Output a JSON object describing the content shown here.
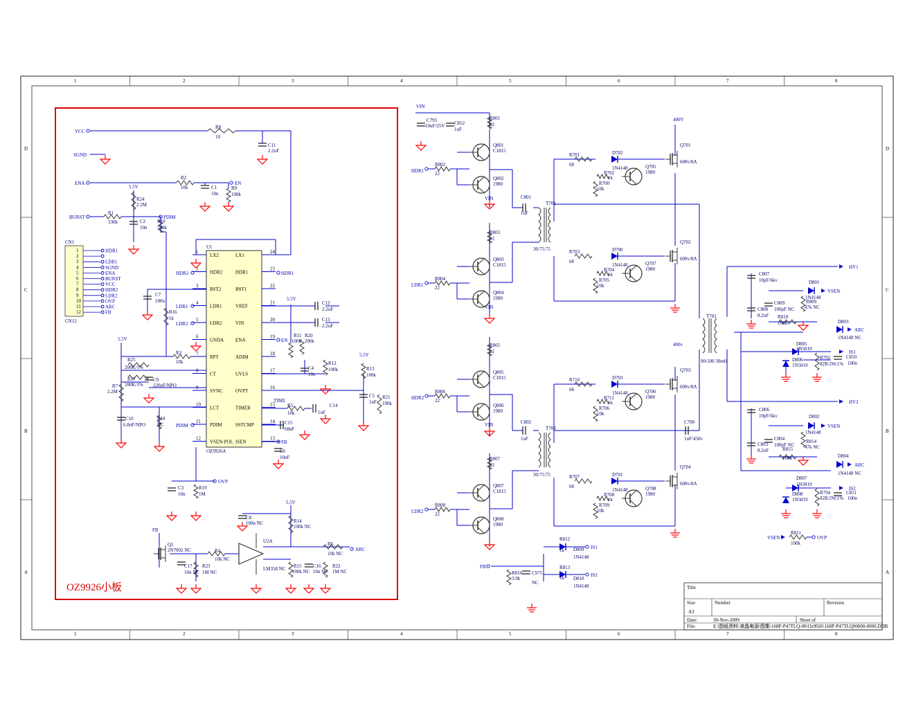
{
  "zone_numbers": [
    "1",
    "2",
    "3",
    "4",
    "5",
    "6",
    "7",
    "8"
  ],
  "zone_letters": [
    "D",
    "C",
    "B",
    "A"
  ],
  "subboard_label": "OZ9926小板",
  "colors": {
    "wire": "#0000cc",
    "ground": "#ff0000",
    "box": "#dd0000",
    "ic_fill": "#ffffcc",
    "diode": "#0000cc"
  },
  "ic": {
    "ref": "U1",
    "part": "OZ9926A",
    "left_pins": [
      {
        "num": "1",
        "name": "LX2"
      },
      {
        "num": "2",
        "name": "HDR2"
      },
      {
        "num": "3",
        "name": "BST2"
      },
      {
        "num": "4",
        "name": "LDR1"
      },
      {
        "num": "5",
        "name": "LDR2"
      },
      {
        "num": "6",
        "name": "GNDA"
      },
      {
        "num": "7",
        "name": "RPT"
      },
      {
        "num": "8",
        "name": "CT"
      },
      {
        "num": "9",
        "name": "SYNC"
      },
      {
        "num": "10",
        "name": "LCT"
      },
      {
        "num": "11",
        "name": "PDIM"
      },
      {
        "num": "12",
        "name": "VSEN-POL"
      }
    ],
    "right_pins": [
      {
        "num": "24",
        "name": "LX1"
      },
      {
        "num": "23",
        "name": "HDR1"
      },
      {
        "num": "22",
        "name": "BST1"
      },
      {
        "num": "21",
        "name": "VREF"
      },
      {
        "num": "20",
        "name": "VIN"
      },
      {
        "num": "19",
        "name": "ENA"
      },
      {
        "num": "18",
        "name": "ADIM"
      },
      {
        "num": "17",
        "name": "UVLS"
      },
      {
        "num": "16",
        "name": "OVPT"
      },
      {
        "num": "15",
        "name": "TIMER"
      },
      {
        "num": "14",
        "name": "SSTCMP"
      },
      {
        "num": "13",
        "name": "ISEN"
      }
    ]
  },
  "connector": {
    "ref": "CN1",
    "part": "CN12",
    "pins": [
      "1",
      "2",
      "3",
      "4",
      "5",
      "6",
      "7",
      "8",
      "9",
      "10",
      "11",
      "12"
    ],
    "signals": [
      "HDR1",
      "",
      "LDR1",
      "SGND",
      "ENA",
      "BURST",
      "VCC",
      "HDR2",
      "LDR2",
      "OVP",
      "ARC",
      "FB"
    ]
  },
  "left_nets": {
    "vcc": "VCC",
    "sgnd": "SGND",
    "ena": "ENA",
    "burst": "BURST",
    "en": "EN",
    "pdim": "PDIM",
    "v55": "5.5V",
    "hdr2": "HDR2",
    "ldr1": "LDR1",
    "ldr2": "LDR2",
    "hdr1": "HDR1",
    "en2": "EN",
    "fb": "FB",
    "ovp": "OVP",
    "time": "TIME",
    "arc": "ARC",
    "pdim2": "PDIM",
    "v55b": "5.5V",
    "v55c": "5.5V",
    "v55d": "5.5V",
    "fbq": "FB"
  },
  "left_parts": {
    "r8": "R8",
    "r8v": "10",
    "c11": "C11",
    "c11v": "2.2uF",
    "r2": "R2",
    "r2v": "10k",
    "c1": "C1",
    "c1v": "10n",
    "r9": "R9",
    "r9v": "100k",
    "r24": "R24",
    "r24v": "2.2M",
    "r1": "R1",
    "r1v": "330k",
    "c2": "C2",
    "c2v": "10n",
    "r10": "R10",
    "r10v": "330k",
    "c7": "C7",
    "c7v": "100n",
    "r16": "R16",
    "r16v": "1k",
    "r3": "R3",
    "r3v": "10k",
    "r25": "R25",
    "r25v": "200K/1%",
    "r17": "R17",
    "r17v": "180K/1%",
    "c9": "C9",
    "c9v": "220pF/NPO",
    "r7": "R7",
    "r7v": "2.2M",
    "c10": "C10",
    "c10v": "6.8nF/NPO",
    "r18": "R18",
    "r18v": "NC",
    "c12": "C12",
    "c12v": "2.2uF",
    "c13": "C13",
    "c13v": "2.2uF",
    "r11": "R11",
    "r11v": "100k",
    "r20": "R20",
    "r20v": "200k",
    "c4": "C4",
    "c4v": "10n",
    "r12": "R12",
    "r12v": "100k",
    "r13": "R13",
    "r13v": "100k",
    "c5": "C5",
    "c5v": "1nF",
    "r21": "R21",
    "r21v": "100k",
    "r5": "R5",
    "r5v": "10k",
    "c14": "C14",
    "c14v": "1uF",
    "c15": "C15",
    "c15v": "68nF",
    "c6": "C6",
    "c6v": "10nF",
    "c3": "C3",
    "c3v": "10n",
    "r19": "R19",
    "r19v": "1M",
    "c8": "C8",
    "c8v": "100n NC",
    "r14": "R14",
    "r14v": "100k NC",
    "u2a": "U2A",
    "u2v": "LM358 NC",
    "q1": "Q1",
    "q1v": "2N7002 NC",
    "r4": "R4",
    "r4v": "10k NC",
    "c17": "C17",
    "c17v": "10n NC",
    "r23": "R23",
    "r23v": "1M NC",
    "r15": "R15",
    "r15v": "100k NC",
    "c16": "C16",
    "c16v": "10n NC",
    "r6": "R6",
    "r6v": "10k NC",
    "r22": "R22",
    "r22v": "1M NC"
  },
  "drive_stages": [
    {
      "input": "HDR1",
      "r_in": "R802",
      "r_in_v": "22",
      "r_top": "R801",
      "r_top_v": "22",
      "q_hi": "Q801",
      "q_hi_v": "C1815",
      "q_lo": "Q802",
      "q_lo_v": "1980",
      "vin": "VIN"
    },
    {
      "input": "LDR1",
      "r_in": "R804",
      "r_in_v": "22",
      "r_top": "R803",
      "r_top_v": "22",
      "q_hi": "Q803",
      "q_hi_v": "C1815",
      "q_lo": "Q804",
      "q_lo_v": "1980",
      "vin": "VIN"
    },
    {
      "input": "HDR2",
      "r_in": "R806",
      "r_in_v": "22",
      "r_top": "R805",
      "r_top_v": "22",
      "q_hi": "Q805",
      "q_hi_v": "C1815",
      "q_lo": "Q806",
      "q_lo_v": "1980",
      "vin": "VIN"
    },
    {
      "input": "LDR2",
      "r_in": "R808",
      "r_in_v": "22",
      "r_top": "R807",
      "r_top_v": "22",
      "q_hi": "Q807",
      "q_hi_v": "C1815",
      "q_lo": "Q808",
      "q_lo_v": "1980",
      "vin": "VIN"
    }
  ],
  "mid_parts": {
    "c795": "C795",
    "c795v": "10uF/25V",
    "c812": "C812",
    "c812v": "1uF",
    "vin": "VIN",
    "c801": "C801",
    "c801v": "1uF",
    "t702": "T702",
    "t702v": "30:75:75",
    "c802": "C802",
    "c802v": "1uF",
    "t703": "T703",
    "t703v": "30:75:75",
    "r812": "R812",
    "r812v": "1k",
    "d809": "D809",
    "d809v": "1N4148",
    "r813": "R813",
    "r813v": "1k",
    "d810": "D810",
    "d810v": "1N4148",
    "is1": "IS1",
    "is2": "IS2",
    "fb": "FB",
    "r816": "R816",
    "r816v": "3.9k",
    "c975": "C975",
    "c975v": "NC"
  },
  "mosfet_stages": [
    {
      "rail": "400V",
      "q": "Q701",
      "qv": "600v/8A",
      "r_g": "R701",
      "r_gv": "68",
      "d": "D702",
      "dv": "1N4148",
      "r_b": "R702",
      "r_bv": "1k",
      "r_e": "R700",
      "r_ev": "10k",
      "q_pnp": "Q705",
      "q_pnpv": "1980"
    },
    {
      "rail": "",
      "q": "Q702",
      "qv": "600v/8A",
      "r_g": "R703",
      "r_gv": "68",
      "d": "D700",
      "dv": "1N4148",
      "r_b": "R704",
      "r_bv": "1k",
      "r_e": "R705",
      "r_ev": "10k",
      "q_pnp": "Q707",
      "q_pnpv": "1980"
    },
    {
      "rail": "400v",
      "q": "Q703",
      "qv": "600v/8A",
      "r_g": "R710",
      "r_gv": "68",
      "d": "D703",
      "dv": "1N4148",
      "r_b": "R711",
      "r_bv": "1k",
      "r_e": "R706",
      "r_ev": "10k",
      "q_pnp": "Q706",
      "q_pnpv": "1980"
    },
    {
      "rail": "",
      "q": "Q704",
      "qv": "600v/8A",
      "r_g": "R707",
      "r_gv": "68",
      "d": "D701",
      "dv": "1N4148",
      "r_b": "R708",
      "r_bv": "1k",
      "r_e": "R709",
      "r_ev": "10k",
      "q_pnp": "Q708",
      "q_pnpv": "1980"
    }
  ],
  "output": {
    "t701": "T701",
    "t701v": "90:500 30mH",
    "c700": "C700",
    "c700v": "1uF/450v",
    "hv1": "HV1",
    "hv2": "HV2",
    "vsen": "VSEN",
    "arc": "ARC",
    "is1": "IS1",
    "is2": "IS2",
    "ovp": "OVP",
    "c807": "C807",
    "c807v": "10pF/6kv",
    "c809": "C809",
    "c809v": "100pF NC",
    "c808": "C808",
    "c808v": "8.2nF",
    "r809": "R809",
    "r809v": "47k NC",
    "r810": "R810",
    "r810v": "100k",
    "d801": "D801",
    "d801v": "1N4148",
    "d803": "D803",
    "d803v": "1N4148 NC",
    "d805": "D805",
    "d805v": "1N5819",
    "d806": "D806",
    "d806v": "1N5819",
    "r792": "R792",
    "r792v": "82R/2W,1%",
    "c810": "C810",
    "c810v": "100n",
    "c806": "C806",
    "c806v": "10pF/6kv",
    "c804": "C804",
    "c804v": "100pF NC",
    "c803": "C803",
    "c803v": "8.2nF",
    "r814": "R814",
    "r814v": "47k NC",
    "r815": "R815",
    "r815v": "100k",
    "d802": "D802",
    "d802v": "1N4148",
    "d804": "D804",
    "d804v": "1N4148 NC",
    "d807": "D807",
    "d807v": "1N5819",
    "d808": "D808",
    "d808v": "1N5819",
    "r794": "R794",
    "r794v": "82R/2W,1%",
    "c811": "C811",
    "c811v": "100n",
    "r811": "R811",
    "r811v": "100k",
    "vsen2": "VSEN"
  },
  "title_block": {
    "title_label": "Title",
    "size_label": "Size",
    "size_value": "A3",
    "number_label": "Number",
    "revision_label": "Revision",
    "date_label": "Date:",
    "date_value": "30-Nov-2009",
    "sheet_label": "Sheet    of",
    "file_label": "File:",
    "file_value": "E:\\图纸资料\\液晶电源\\图集\\168P-P47TLQ-00\\Oz9926\\168P-P47TLQ00000-0000.DDB"
  }
}
